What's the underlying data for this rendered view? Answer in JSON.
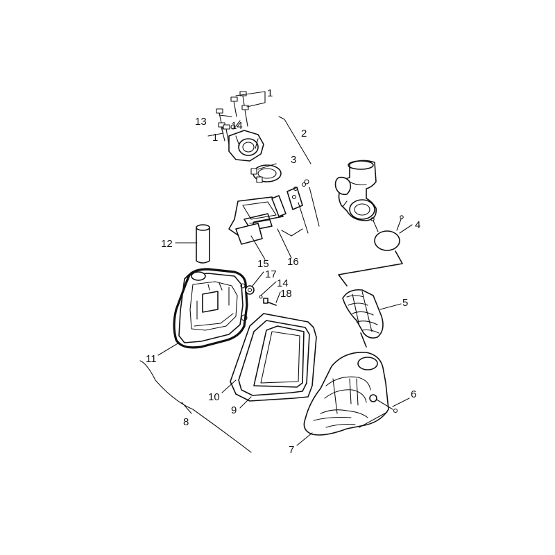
{
  "callouts": [
    {
      "id": "1a",
      "text": "1"
    },
    {
      "id": "1b",
      "text": "1"
    },
    {
      "id": "2",
      "text": "2"
    },
    {
      "id": "3",
      "text": "3"
    },
    {
      "id": "4",
      "text": "4"
    },
    {
      "id": "5",
      "text": "5"
    },
    {
      "id": "6",
      "text": "6"
    },
    {
      "id": "7",
      "text": "7"
    },
    {
      "id": "8",
      "text": "8"
    },
    {
      "id": "9",
      "text": "9"
    },
    {
      "id": "10",
      "text": "10"
    },
    {
      "id": "11",
      "text": "11"
    },
    {
      "id": "12",
      "text": "12"
    },
    {
      "id": "13",
      "text": "13"
    },
    {
      "id": "14a",
      "text": "14"
    },
    {
      "id": "14b",
      "text": "14"
    },
    {
      "id": "15",
      "text": "15"
    },
    {
      "id": "16",
      "text": "16"
    },
    {
      "id": "17",
      "text": "17"
    },
    {
      "id": "18",
      "text": "18"
    }
  ]
}
